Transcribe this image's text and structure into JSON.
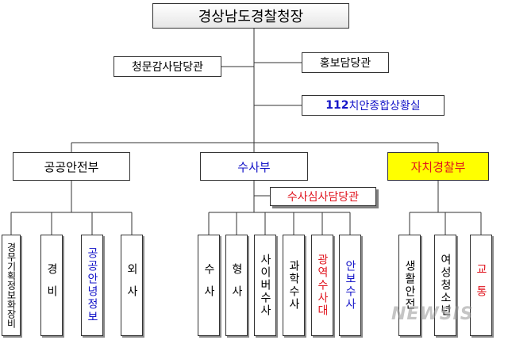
{
  "chief": "경상남도경찰청장",
  "staff": {
    "audit": "청문감사담당관",
    "pr": "홍보담당관",
    "situation_number": "112",
    "situation_rest": "치안종합상황실"
  },
  "departments": {
    "public_safety": {
      "label": "공공안전부",
      "units": [
        "경무기획정보화장비",
        "경비",
        "공공안녕정보",
        "외사"
      ]
    },
    "investigation": {
      "label": "수사부",
      "sub": "수사심사담당관",
      "units": [
        "수사",
        "형사",
        "사이버수사",
        "과학수사",
        "광역수사대",
        "안보수사"
      ]
    },
    "autonomous": {
      "label": "자치경찰부",
      "units": [
        "생활안전",
        "여성청소년",
        "교통"
      ]
    }
  },
  "watermark": "NEWSIS",
  "colors": {
    "blue_text": "#1414c8",
    "red_text": "#e0141e",
    "highlight": "#ffff00",
    "border": "#333333"
  }
}
